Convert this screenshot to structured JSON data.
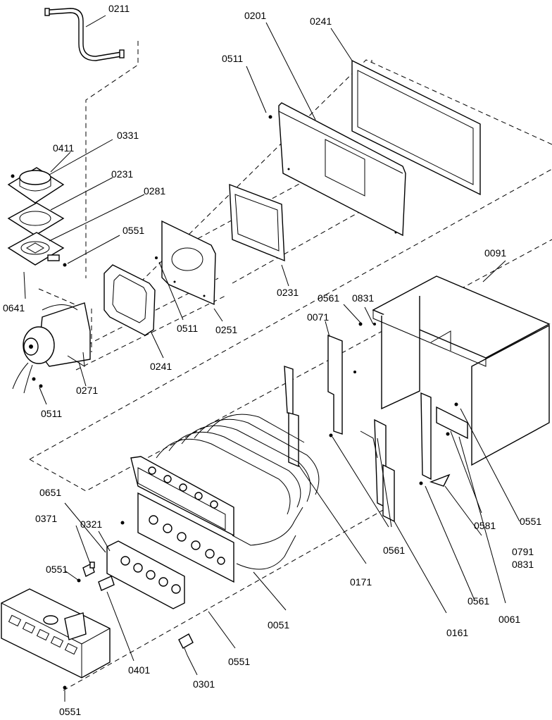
{
  "labels": {
    "l0211": "0211",
    "l0201": "0201",
    "l0241a": "0241",
    "l0511a": "0511",
    "l0411": "0411",
    "l0331": "0331",
    "l0231a": "0231",
    "l0281": "0281",
    "l0551a": "0551",
    "l0641": "0641",
    "l0511b": "0511",
    "l0251": "0251",
    "l0231b": "0231",
    "l0241b": "0241",
    "l0271": "0271",
    "l0511c": "0511",
    "l0091": "0091",
    "l0561a": "0561",
    "l0831a": "0831",
    "l0071": "0071",
    "l0651": "0651",
    "l0371": "0371",
    "l0321": "0321",
    "l0551b": "0551",
    "l0171": "0171",
    "l0561b": "0561",
    "l0581": "0581",
    "l0551c": "0551",
    "l0791": "0791",
    "l0831b": "0831",
    "l0561c": "0561",
    "l0061": "0061",
    "l0161": "0161",
    "l0051": "0051",
    "l0401": "0401",
    "l0551d": "0551",
    "l0301": "0301",
    "l0551e": "0551"
  }
}
